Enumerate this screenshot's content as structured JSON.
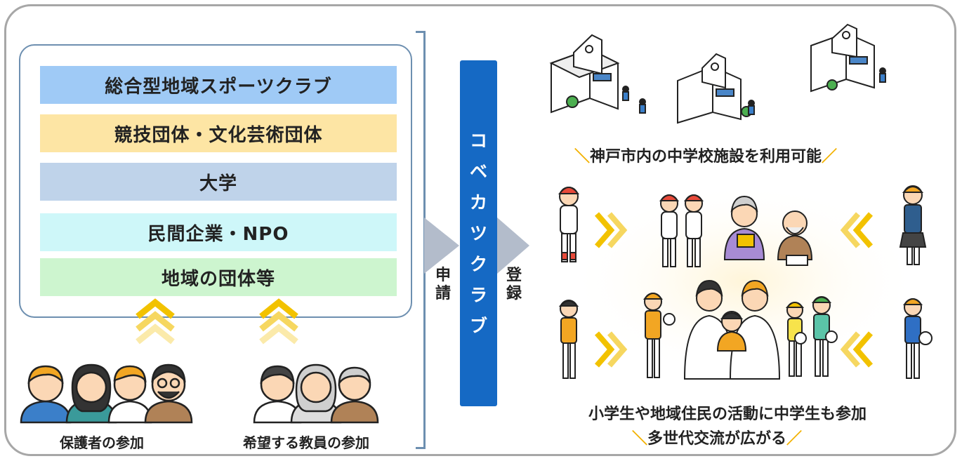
{
  "organizations": [
    {
      "label": "総合型地域スポーツクラブ",
      "color": "#9fcaf6"
    },
    {
      "label": "競技団体・文化芸術団体",
      "color": "#fde5a4"
    },
    {
      "label": "大学",
      "color": "#bfd3ea"
    },
    {
      "label": "民間企業・NPO",
      "color": "#cef7f9"
    },
    {
      "label": "地域の団体等",
      "color": "#cdf5cf"
    }
  ],
  "participants": {
    "parents_label": "保護者の参加",
    "teachers_label": "希望する教員の参加"
  },
  "flow": {
    "apply_label": "申請",
    "apply_chars": [
      "申",
      "請"
    ],
    "register_label": "登録",
    "register_chars": [
      "登",
      "録"
    ]
  },
  "kobe_club": {
    "name": "コベカツクラブ",
    "chars": [
      "コ",
      "ベ",
      "カ",
      "ツ",
      "ク",
      "ラ",
      "ブ"
    ],
    "color": "#1569c4"
  },
  "captions": {
    "school_facilities": "神戸市内の中学校施設を利用可能",
    "community_line1": "小学生や地域住民の活動に中学生も参加",
    "community_line2": "多世代交流が広がる"
  },
  "colors": {
    "accent_yellow": "#f2b100",
    "arrow_gray": "#b3bccb",
    "frame_gray": "#a7a7a7",
    "box_border": "#6d8fb0"
  }
}
